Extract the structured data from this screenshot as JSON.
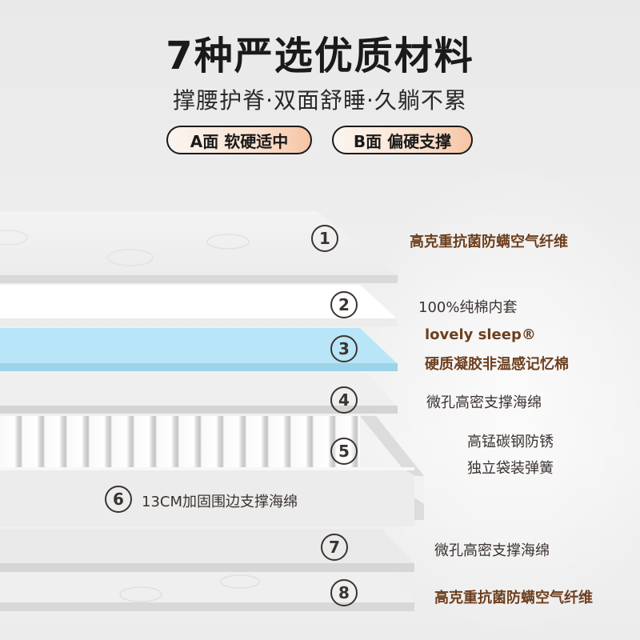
{
  "header": {
    "title": "7种严选优质材料",
    "subtitle": "撑腰护脊·双面舒睡·久躺不累",
    "pills": [
      {
        "label": "A面 软硬适中"
      },
      {
        "label": "B面 偏硬支撑"
      }
    ]
  },
  "layers": [
    {
      "number": "1",
      "label": "高克重抗菌防螨空气纤维",
      "style": "brown"
    },
    {
      "number": "2",
      "label": "100%纯棉内套",
      "style": "plain"
    },
    {
      "number": "3",
      "brand": "lovely sleep®",
      "label": "硬质凝胶非温感记忆棉",
      "style": "brown",
      "color": "#b8e6f8"
    },
    {
      "number": "4",
      "label": "微孔高密支撑海绵",
      "style": "plain"
    },
    {
      "number": "5",
      "label_line1": "高锰碳钢防锈",
      "label_line2": "独立袋装弹簧",
      "style": "plain"
    },
    {
      "number": "6",
      "label": "13CM加固围边支撑海绵",
      "style": "plain"
    },
    {
      "number": "7",
      "label": "微孔高密支撑海绵",
      "style": "plain"
    },
    {
      "number": "8",
      "label": "高克重抗菌防螨空气纤维",
      "style": "brown"
    }
  ],
  "colors": {
    "accent_brown": "#6e3f1e",
    "text_dark": "#1a1a1a",
    "gel_blue": "#b8e6f8",
    "pill_gradient_end": "#f6c4a4"
  }
}
